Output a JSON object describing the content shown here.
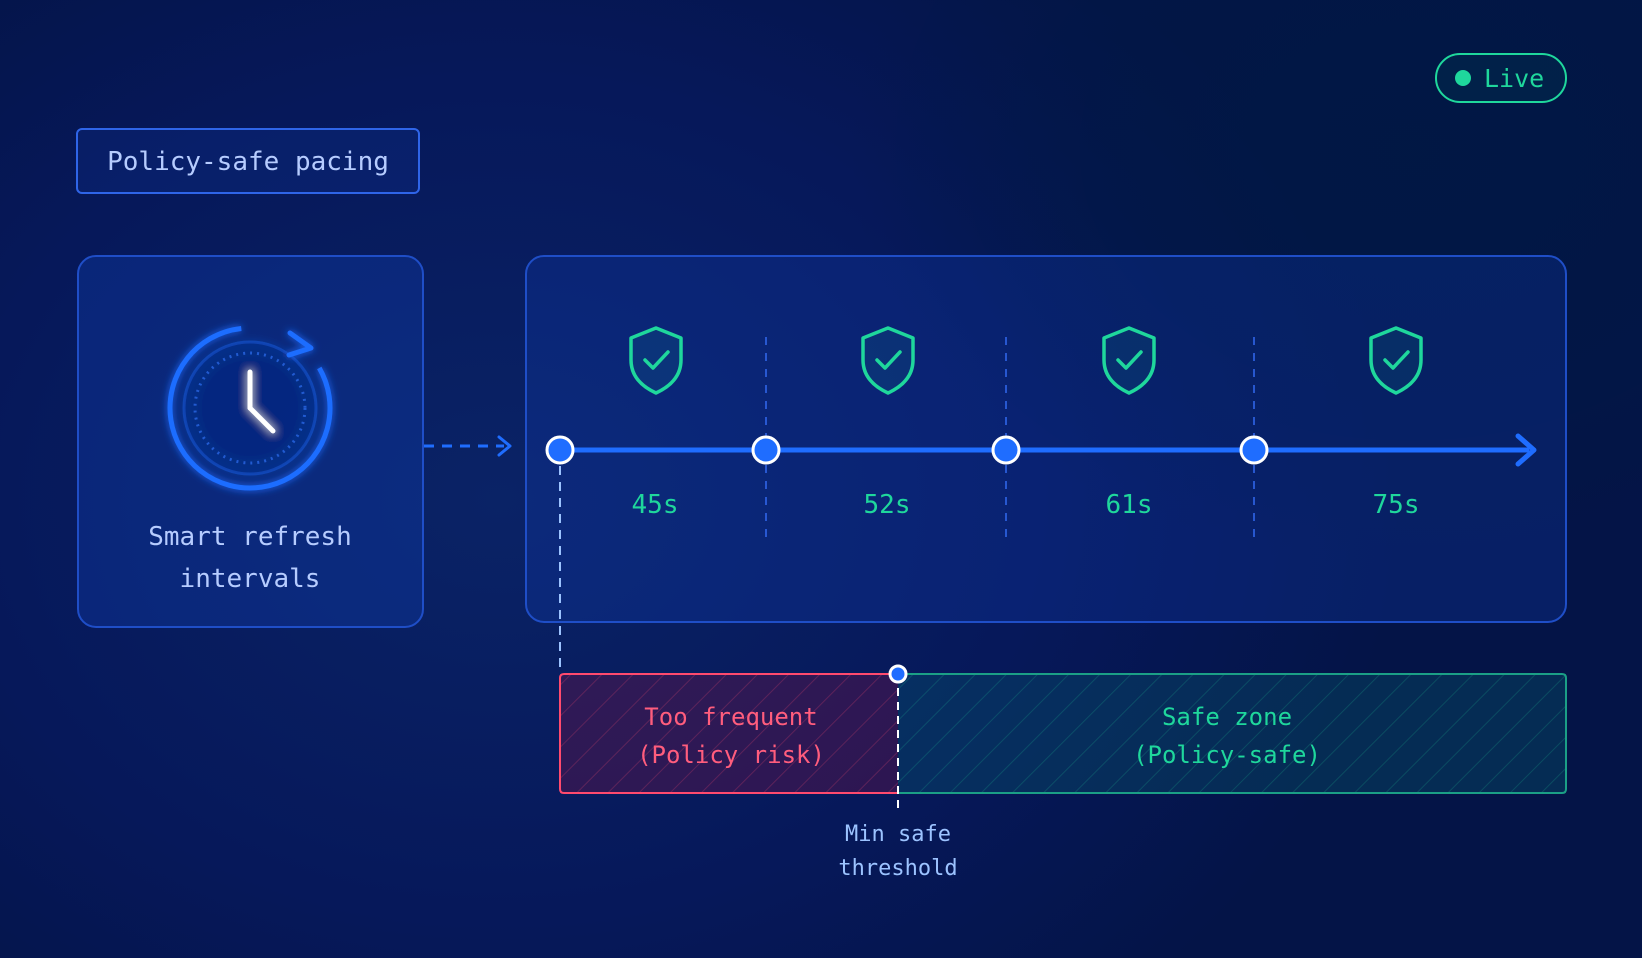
{
  "badge": {
    "label": "Live"
  },
  "section_label": "Policy-safe pacing",
  "source_card": {
    "icon": "clock-refresh-icon",
    "line1": "Smart refresh",
    "line2": "intervals"
  },
  "timeline": {
    "intervals": [
      {
        "label": "45s",
        "icon": "shield-check-icon"
      },
      {
        "label": "52s",
        "icon": "shield-check-icon"
      },
      {
        "label": "61s",
        "icon": "shield-check-icon"
      },
      {
        "label": "75s",
        "icon": "shield-check-icon"
      }
    ]
  },
  "zones": {
    "risk": {
      "line1": "Too frequent",
      "line2": "(Policy risk)"
    },
    "safe": {
      "line1": "Safe zone",
      "line2": "(Policy-safe)"
    },
    "threshold": {
      "line1": "Min safe",
      "line2": "threshold"
    }
  },
  "colors": {
    "background": "#05184f",
    "accent_blue": "#1f6dff",
    "safe_green": "#1fd79c",
    "risk_red": "#ff4a6e",
    "label_blue": "#9cc3ff"
  }
}
